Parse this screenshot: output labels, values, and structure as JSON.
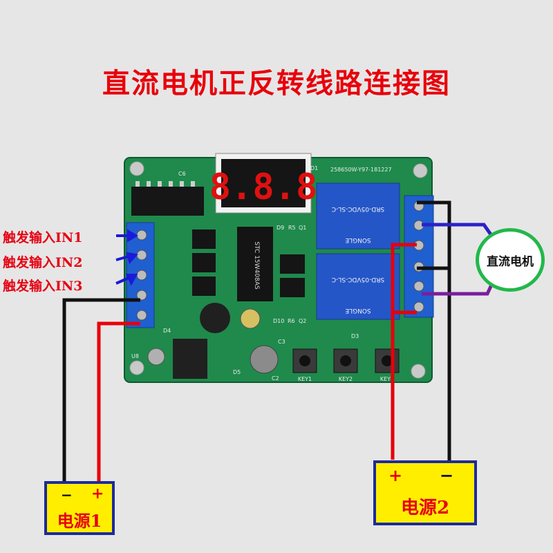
{
  "title": "直流电机正反转线路连接图",
  "inputs": [
    {
      "label": "触发输入IN1"
    },
    {
      "label": "触发输入IN2"
    },
    {
      "label": "触发输入IN3"
    }
  ],
  "power1": {
    "minus": "−",
    "plus": "+",
    "label": "电源1"
  },
  "power2": {
    "plus": "+",
    "minus": "−",
    "label": "电源2"
  },
  "motor": {
    "label": "直流电机"
  },
  "board": {
    "display": "8.8.8",
    "serial": "258650W-Y97-181227",
    "relay_text": "SRD-05VDC-SL-C",
    "relay_brand": "SONGLE",
    "mcu": "STC 15W408AS",
    "keys": [
      "KEY1",
      "KEY2",
      "KEY3"
    ],
    "silkscreen": [
      "C6",
      "D1",
      "D4",
      "D5",
      "D3",
      "D9",
      "R5",
      "Q1",
      "D10",
      "R6",
      "Q2",
      "C3",
      "C2",
      "U8"
    ]
  },
  "colors": {
    "title": "#e8000b",
    "input_arrow": "#1a1ad8",
    "wire_black": "#111111",
    "wire_red": "#e8000b",
    "wire_blue": "#2b22c8",
    "wire_purple": "#7a1e9e",
    "psu_fill": "#ffee00",
    "psu_border": "#1d2b9a",
    "motor_border": "#22b84a",
    "pcb": "#1f8a4c",
    "terminal": "#1f5fd0"
  }
}
